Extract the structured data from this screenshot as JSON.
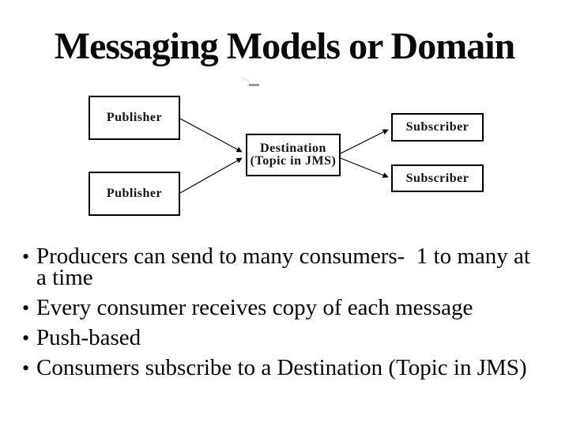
{
  "title": "Messaging Models or Domain",
  "diagram": {
    "publisher_top": {
      "label": "Publisher"
    },
    "publisher_bottom": {
      "label": "Publisher"
    },
    "destination": {
      "line1": "Destination",
      "line2": "(Topic in JMS)"
    },
    "subscriber_top": {
      "label": "Subscriber"
    },
    "subscriber_bottom": {
      "label": "Subscriber"
    },
    "arrows": [
      {
        "from": "publisher-top",
        "to": "destination"
      },
      {
        "from": "publisher-bottom",
        "to": "destination"
      },
      {
        "from": "destination",
        "to": "subscriber-top"
      },
      {
        "from": "destination",
        "to": "subscriber-bottom"
      }
    ]
  },
  "bullets": {
    "marker": "•",
    "items": [
      {
        "text": "Producers can send to many consumers-  1 to many at\na time"
      },
      {
        "text": "Every consumer receives copy of each message"
      },
      {
        "text": "Push-based"
      },
      {
        "text": "Consumers subscribe to a Destination (Topic in JMS)"
      }
    ]
  },
  "colors": {
    "background": "#ffffff",
    "text": "#000000",
    "box_border": "#000000",
    "artifact_dash": "#9a9a9a"
  }
}
